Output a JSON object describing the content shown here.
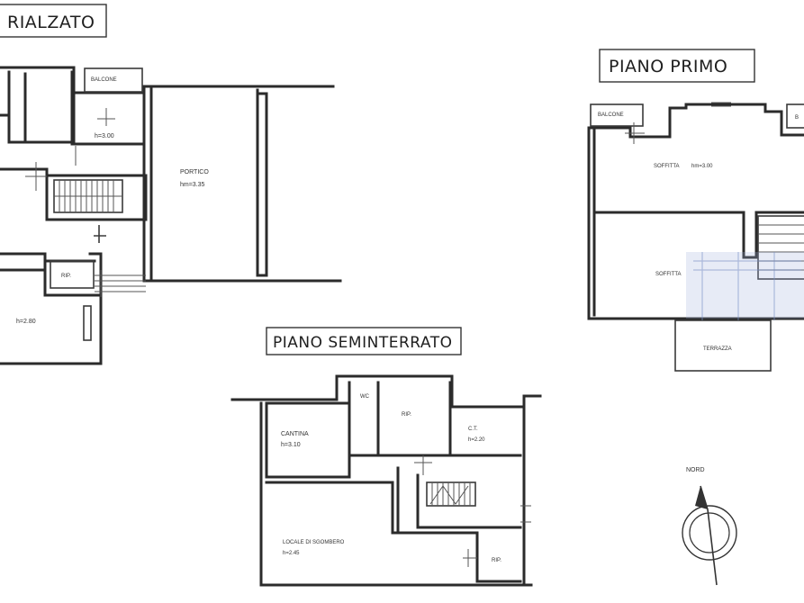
{
  "titles": {
    "rialzato": "RIALZATO",
    "primo": "PIANO PRIMO",
    "seminterrato": "PIANO SEMINTERRATO"
  },
  "rooms": {
    "balcone_rialzato": "BALCONE",
    "h300": "h=3.00",
    "portico": "PORTICO",
    "portico_h": "hm=3.35",
    "rip_rialzato": "RIP.",
    "h280": "h=2.80",
    "balcone_primo_left": "BALCONE",
    "balcone_primo_right": "B",
    "soffitta": "SOFFITTA",
    "soffitta_h": "hm=3.00",
    "soffitta2": "SOFFITTA",
    "terrazza": "TERRAZZA",
    "cantina": "CANTINA",
    "cantina_h": "h=3.10",
    "wc": "WC",
    "rip_sem1": "RIP.",
    "ct": "C.T.",
    "ct_h": "h=2.20",
    "locale": "LOCALE DI SGOMBERO",
    "locale_h": "h=2.45",
    "rip_sem2": "RIP."
  },
  "compass": {
    "label": "NORD"
  }
}
